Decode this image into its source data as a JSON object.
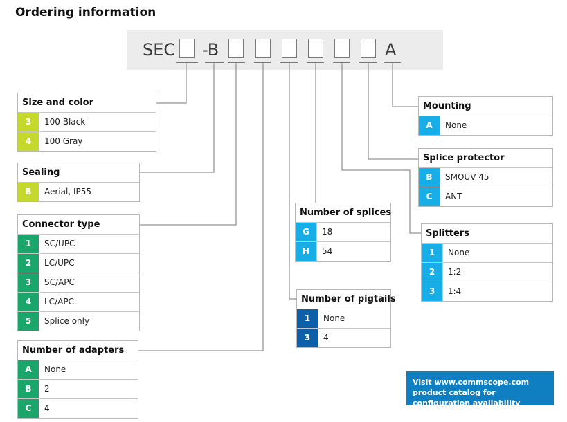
{
  "heading": "Ordering information",
  "code": {
    "prefix": "SEC",
    "middle": "-B",
    "suffix": "A"
  },
  "note": "Visit www.commscope.com product catalog for configuration availability",
  "colors": {
    "lime": "#c5d92d",
    "green": "#1aa66b",
    "cyan": "#17aee7",
    "navy": "#0d5fa8",
    "note_bg": "#0f7fc1"
  },
  "tables": {
    "size_color": {
      "title": "Size and color",
      "rows": [
        {
          "code": "3",
          "label": "100 Black"
        },
        {
          "code": "4",
          "label": "100 Gray"
        }
      ]
    },
    "sealing": {
      "title": "Sealing",
      "rows": [
        {
          "code": "B",
          "label": "Aerial, IP55"
        }
      ]
    },
    "connector": {
      "title": "Connector type",
      "rows": [
        {
          "code": "1",
          "label": "SC/UPC"
        },
        {
          "code": "2",
          "label": "LC/UPC"
        },
        {
          "code": "3",
          "label": "SC/APC"
        },
        {
          "code": "4",
          "label": "LC/APC"
        },
        {
          "code": "5",
          "label": "Splice only"
        }
      ]
    },
    "adapters": {
      "title": "Number of adapters",
      "rows": [
        {
          "code": "A",
          "label": "None"
        },
        {
          "code": "B",
          "label": "2"
        },
        {
          "code": "C",
          "label": "4"
        }
      ]
    },
    "splices": {
      "title": "Number of splices",
      "rows": [
        {
          "code": "G",
          "label": "18"
        },
        {
          "code": "H",
          "label": "54"
        }
      ]
    },
    "pigtails": {
      "title": "Number of pigtails",
      "rows": [
        {
          "code": "1",
          "label": "None"
        },
        {
          "code": "3",
          "label": "4"
        }
      ]
    },
    "mounting": {
      "title": "Mounting",
      "rows": [
        {
          "code": "A",
          "label": "None"
        }
      ]
    },
    "splice_protector": {
      "title": "Splice protector",
      "rows": [
        {
          "code": "B",
          "label": "SMOUV 45"
        },
        {
          "code": "C",
          "label": "ANT"
        }
      ]
    },
    "splitters": {
      "title": "Splitters",
      "rows": [
        {
          "code": "1",
          "label": "None"
        },
        {
          "code": "2",
          "label": "1:2"
        },
        {
          "code": "3",
          "label": "1:4"
        }
      ]
    }
  }
}
